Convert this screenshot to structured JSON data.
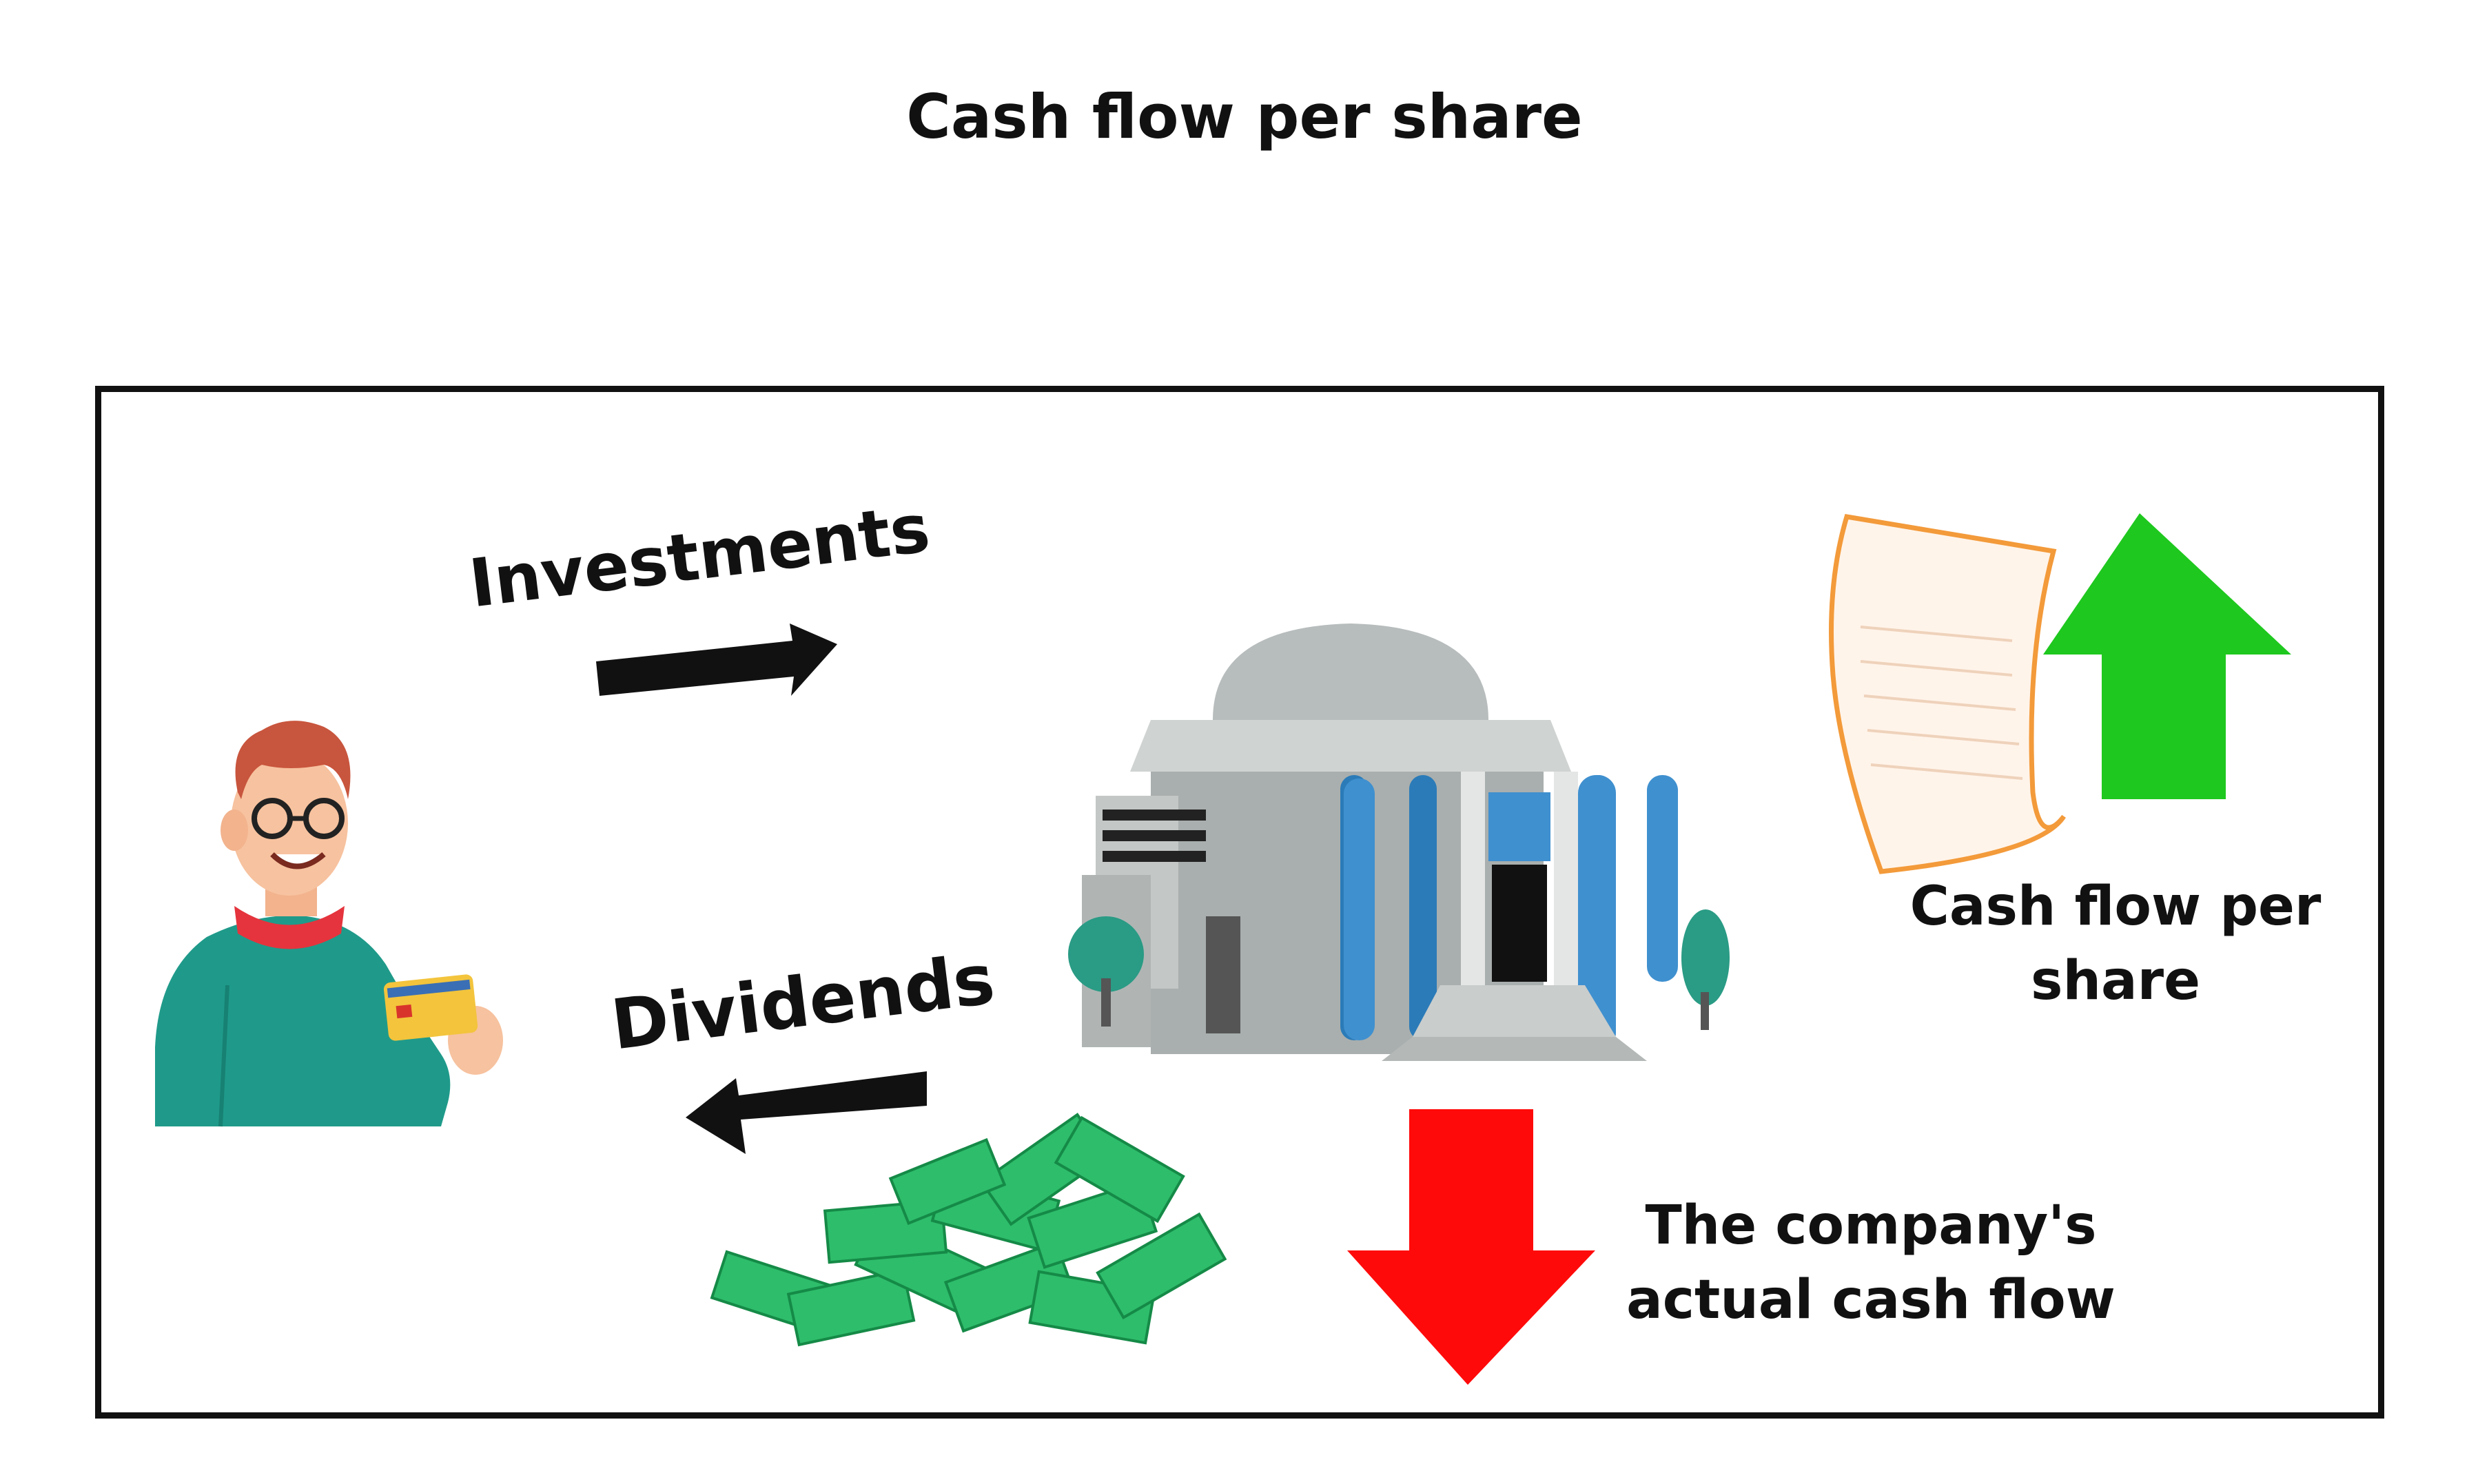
{
  "title": "Cash flow per share",
  "labels": {
    "investments": "Investments",
    "dividends": "Dividends",
    "cash_flow_per_share": "Cash flow per share",
    "actual_cash_flow": "The company's actual cash flow"
  },
  "colors": {
    "up_arrow": "#1ec81e",
    "down_arrow": "#ff0a0a",
    "flow_arrow": "#111111",
    "money": "#2ebd6b",
    "building": "#aeb3b3",
    "person_shirt": "#1f9a8a"
  },
  "icons": [
    "investor-person-icon",
    "credit-card-icon",
    "bank-building-icon",
    "document-icon",
    "money-pile-icon",
    "up-arrow-icon",
    "down-arrow-icon",
    "right-arrow-icon",
    "left-arrow-icon"
  ]
}
